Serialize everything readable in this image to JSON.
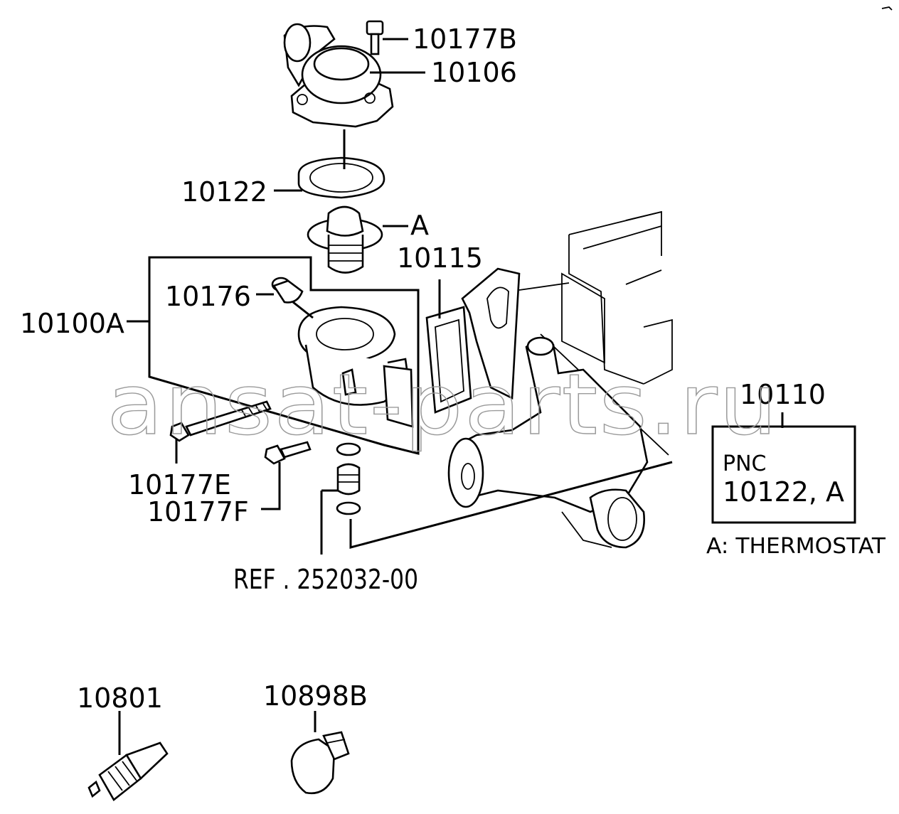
{
  "labels": {
    "p10177B": "10177B",
    "p10106": "10106",
    "p10122": "10122",
    "pA": "A",
    "p10115": "10115",
    "p10176": "10176",
    "p10100A": "10100A",
    "p10110": "10110",
    "p10177E": "10177E",
    "p10177F": "10177F",
    "ref": "REF . 252032-00",
    "p10801": "10801",
    "p10898B": "10898B"
  },
  "pnc_box": {
    "title": "PNC",
    "value": "10122, A"
  },
  "legend": "A: THERMOSTAT",
  "watermark": "ansat-parts.ru"
}
